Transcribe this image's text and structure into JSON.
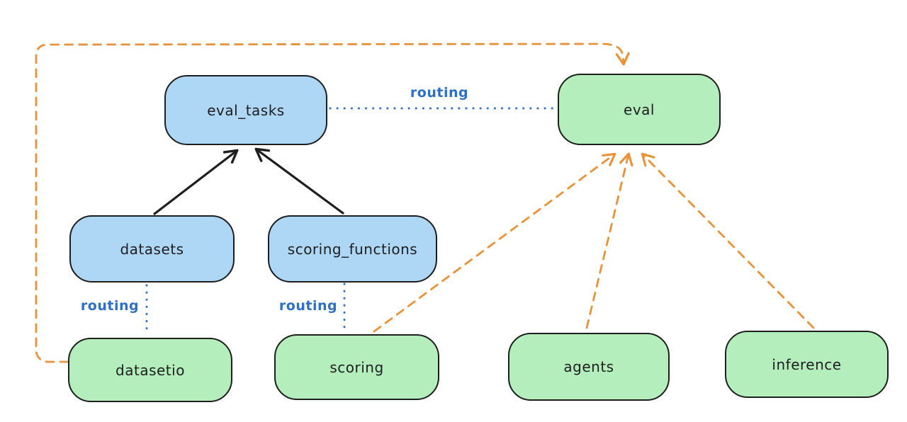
{
  "diagram": {
    "type": "flow-diagram",
    "nodes": [
      {
        "id": "eval_tasks",
        "label": "eval_tasks",
        "color": "blue"
      },
      {
        "id": "eval",
        "label": "eval",
        "color": "green"
      },
      {
        "id": "datasets",
        "label": "datasets",
        "color": "blue"
      },
      {
        "id": "scoring_functions",
        "label": "scoring_functions",
        "color": "blue"
      },
      {
        "id": "datasetio",
        "label": "datasetio",
        "color": "green"
      },
      {
        "id": "scoring",
        "label": "scoring",
        "color": "green"
      },
      {
        "id": "agents",
        "label": "agents",
        "color": "green"
      },
      {
        "id": "inference",
        "label": "inference",
        "color": "green"
      }
    ],
    "edges": [
      {
        "from": "datasets",
        "to": "eval_tasks",
        "style": "solid-arrow",
        "color": "black"
      },
      {
        "from": "scoring_functions",
        "to": "eval_tasks",
        "style": "solid-arrow",
        "color": "black"
      },
      {
        "from": "eval_tasks",
        "to": "eval",
        "style": "dotted",
        "color": "blue",
        "label": "routing"
      },
      {
        "from": "datasets",
        "to": "datasetio",
        "style": "dotted",
        "color": "blue",
        "label": "routing"
      },
      {
        "from": "scoring_functions",
        "to": "scoring",
        "style": "dotted",
        "color": "blue",
        "label": "routing"
      },
      {
        "from": "datasetio",
        "to": "eval",
        "style": "dashed-arrow",
        "color": "orange"
      },
      {
        "from": "scoring",
        "to": "eval",
        "style": "dashed-arrow",
        "color": "orange"
      },
      {
        "from": "agents",
        "to": "eval",
        "style": "dashed-arrow",
        "color": "orange"
      },
      {
        "from": "inference",
        "to": "eval",
        "style": "dashed-arrow",
        "color": "orange"
      }
    ],
    "edge_labels": {
      "routing_top": "routing",
      "routing_left": "routing",
      "routing_middle": "routing"
    },
    "colors": {
      "blue_fill": "#aed6f5",
      "green_fill": "#b4eebd",
      "stroke": "#1e1e1e",
      "orange_accent": "#e8923a",
      "routing_blue": "#2d70c4",
      "background": "#ffffff"
    }
  }
}
